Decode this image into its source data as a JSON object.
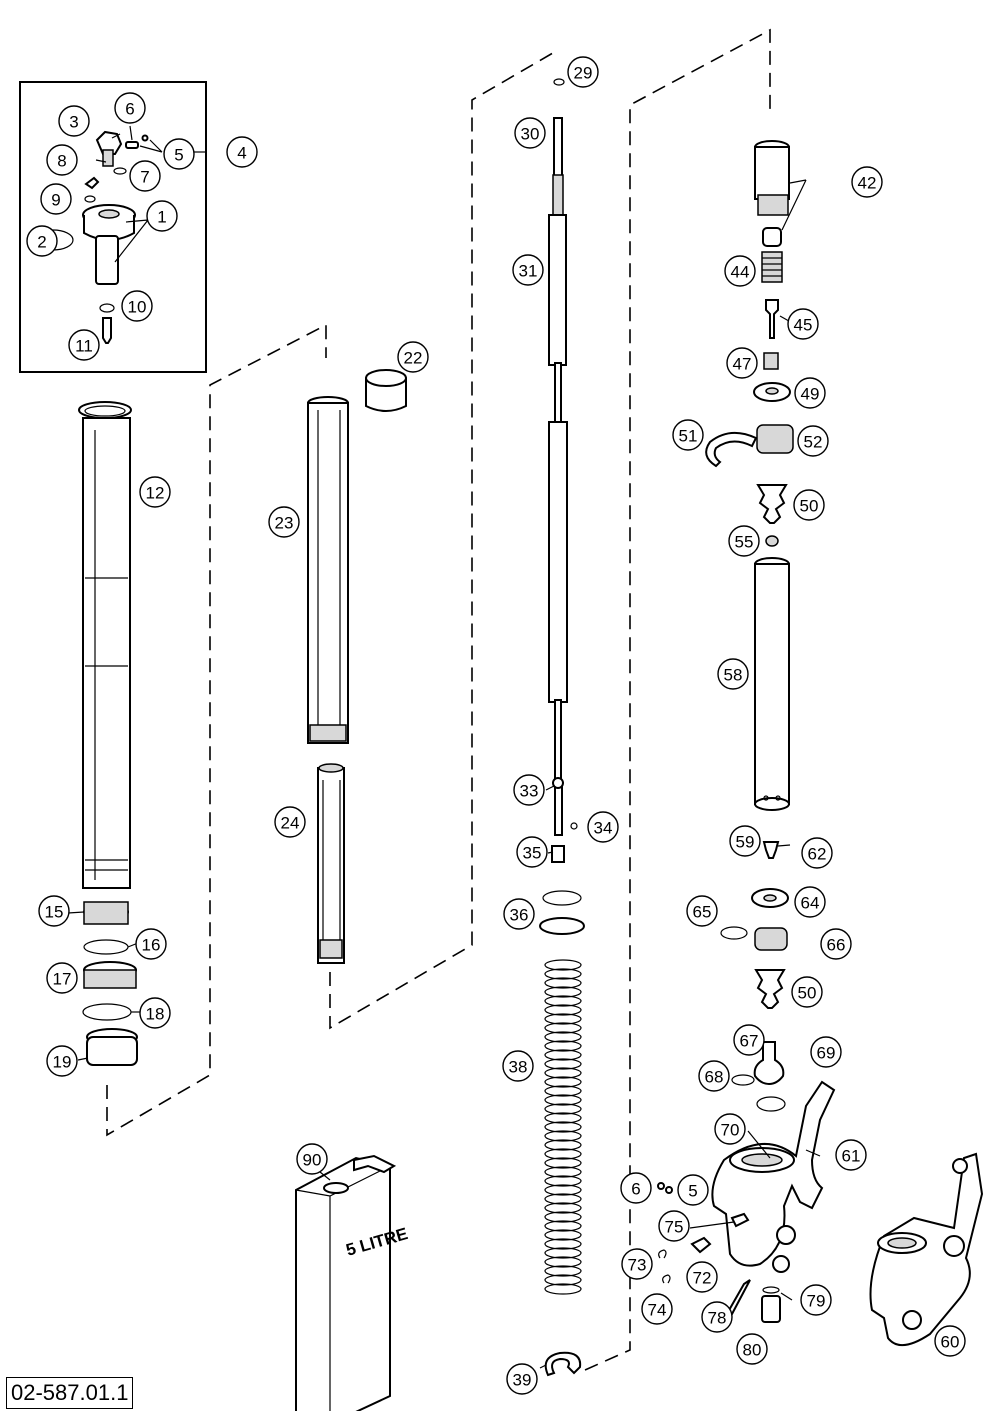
{
  "diagram": {
    "document_id": "02-587.01.1",
    "container_label": "5 LITRE",
    "callouts": [
      {
        "id": "1",
        "label": "1"
      },
      {
        "id": "2",
        "label": "2"
      },
      {
        "id": "3",
        "label": "3"
      },
      {
        "id": "4",
        "label": "4"
      },
      {
        "id": "5a",
        "label": "5"
      },
      {
        "id": "6a",
        "label": "6"
      },
      {
        "id": "7",
        "label": "7"
      },
      {
        "id": "8",
        "label": "8"
      },
      {
        "id": "9",
        "label": "9"
      },
      {
        "id": "10",
        "label": "10"
      },
      {
        "id": "11",
        "label": "11"
      },
      {
        "id": "12",
        "label": "12"
      },
      {
        "id": "15",
        "label": "15"
      },
      {
        "id": "16",
        "label": "16"
      },
      {
        "id": "17",
        "label": "17"
      },
      {
        "id": "18",
        "label": "18"
      },
      {
        "id": "19",
        "label": "19"
      },
      {
        "id": "22",
        "label": "22"
      },
      {
        "id": "23",
        "label": "23"
      },
      {
        "id": "24",
        "label": "24"
      },
      {
        "id": "29",
        "label": "29"
      },
      {
        "id": "30",
        "label": "30"
      },
      {
        "id": "31",
        "label": "31"
      },
      {
        "id": "33",
        "label": "33"
      },
      {
        "id": "34",
        "label": "34"
      },
      {
        "id": "35",
        "label": "35"
      },
      {
        "id": "36",
        "label": "36"
      },
      {
        "id": "38",
        "label": "38"
      },
      {
        "id": "39",
        "label": "39"
      },
      {
        "id": "42",
        "label": "42"
      },
      {
        "id": "44",
        "label": "44"
      },
      {
        "id": "45",
        "label": "45"
      },
      {
        "id": "47",
        "label": "47"
      },
      {
        "id": "49",
        "label": "49"
      },
      {
        "id": "50a",
        "label": "50"
      },
      {
        "id": "51",
        "label": "51"
      },
      {
        "id": "52",
        "label": "52"
      },
      {
        "id": "55",
        "label": "55"
      },
      {
        "id": "58",
        "label": "58"
      },
      {
        "id": "59",
        "label": "59"
      },
      {
        "id": "62",
        "label": "62"
      },
      {
        "id": "64",
        "label": "64"
      },
      {
        "id": "65",
        "label": "65"
      },
      {
        "id": "66",
        "label": "66"
      },
      {
        "id": "50b",
        "label": "50"
      },
      {
        "id": "67",
        "label": "67"
      },
      {
        "id": "68",
        "label": "68"
      },
      {
        "id": "69",
        "label": "69"
      },
      {
        "id": "70",
        "label": "70"
      },
      {
        "id": "61",
        "label": "61"
      },
      {
        "id": "6b",
        "label": "6"
      },
      {
        "id": "5b",
        "label": "5"
      },
      {
        "id": "75",
        "label": "75"
      },
      {
        "id": "73",
        "label": "73"
      },
      {
        "id": "72",
        "label": "72"
      },
      {
        "id": "74",
        "label": "74"
      },
      {
        "id": "78",
        "label": "78"
      },
      {
        "id": "79",
        "label": "79"
      },
      {
        "id": "80",
        "label": "80"
      },
      {
        "id": "60",
        "label": "60"
      },
      {
        "id": "90",
        "label": "90"
      }
    ]
  }
}
